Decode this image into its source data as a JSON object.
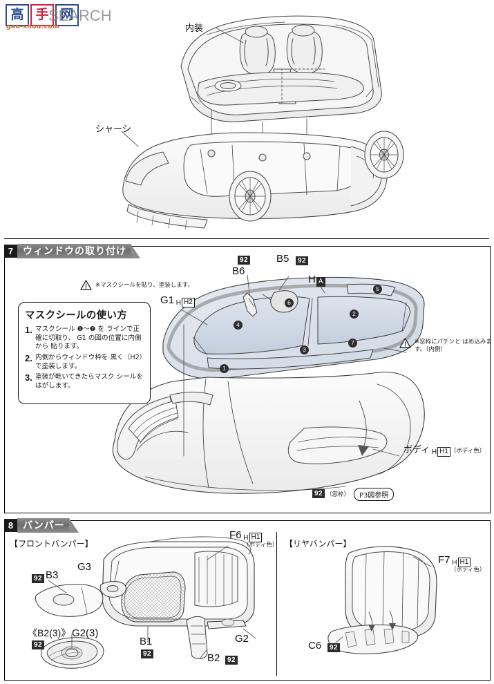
{
  "watermark": {
    "blocks": [
      "高",
      "手",
      "网"
    ],
    "domain": "gao-shou.com",
    "search_text": "SEARCH"
  },
  "section_top": {
    "labels": {
      "interior": "内装",
      "chassis": "シャーシ"
    }
  },
  "section7": {
    "number": "7",
    "title": "ウィンドウの取り付け",
    "note_paint": "※マスクシールを貼り、塗装します。",
    "maskbox": {
      "title": "マスクシールの使い方",
      "steps": [
        {
          "no": "1.",
          "text": "マスクシール ❶～❼ を ラインで正確に切取り、 G1 の図の位置に内側から 貼ります。"
        },
        {
          "no": "2.",
          "text": "内側からウィンドウ枠を 黒く（H2）で塗装します。"
        },
        {
          "no": "3.",
          "text": "塗装が乾いてきたらマスク シールをはがします。"
        }
      ]
    },
    "parts": {
      "g1": "G1",
      "g1_paint": "H2",
      "b6": "B6",
      "b6_tag": "92",
      "b5": "B5",
      "b5_tag": "92",
      "h_a": "H",
      "h_a_box": "A",
      "body": "ボディ",
      "body_paint": "H1",
      "body_color_note": "（ボディ色）"
    },
    "note_snap": "※窓枠にパチンと はめ込みます。（内側）",
    "footer_tag": "92",
    "footer_tag_note": "（窓枠）",
    "footer_ref": "P3図参照",
    "window_marks": [
      "1",
      "2",
      "3",
      "4",
      "5",
      "6",
      "7"
    ]
  },
  "section8": {
    "number": "8",
    "title": "バンパー",
    "front": {
      "heading": "【フロントバンパー】",
      "parts": [
        {
          "name": "B3",
          "tag": "92"
        },
        {
          "name": "G3",
          "tag": ""
        },
        {
          "name": "F6",
          "paint": "H1",
          "color_note": "（ボディ色）"
        },
        {
          "name": "B1",
          "tag": "92"
        },
        {
          "name": "B2",
          "tag": "92"
        },
        {
          "name": "G2",
          "tag": ""
        },
        {
          "name": "《B2(3)》",
          "tag": "92"
        },
        {
          "name": "G2(3)",
          "tag": ""
        }
      ]
    },
    "rear": {
      "heading": "【リヤバンパー】",
      "parts": [
        {
          "name": "F7",
          "paint": "H1",
          "color_note": "（ボディ色）"
        },
        {
          "name": "C6",
          "tag": "92"
        }
      ]
    }
  }
}
